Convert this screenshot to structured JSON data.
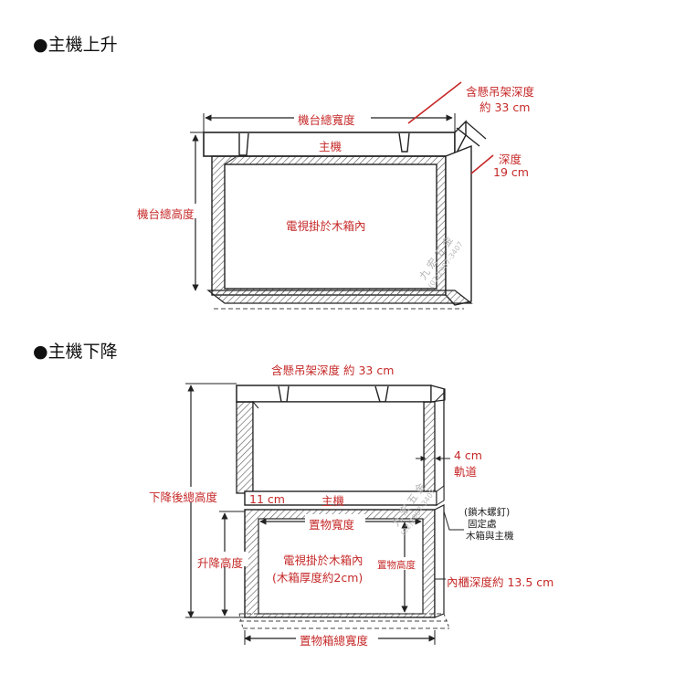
{
  "section_up": {
    "bullet": "●",
    "title": "主機上升"
  },
  "section_down": {
    "bullet": "●",
    "title": "主機下降"
  },
  "up_labels": {
    "hanger_depth_line1": "含懸吊架深度",
    "hanger_depth_line2": "約 33 cm",
    "total_width": "機台總寬度",
    "host": "主機",
    "depth_line1": "深度",
    "depth_line2": "19 cm",
    "total_height": "機台總高度",
    "tv_in_box": "電視掛於木箱內"
  },
  "down_labels": {
    "hanger_depth": "含懸吊架深度 約 33 cm",
    "rail_line1": "4 cm",
    "rail_line2": "軌道",
    "lowered_height": "下降後總高度",
    "gap_11": "11 cm",
    "host": "主機",
    "screw_line1": "(鎖木螺釘)",
    "screw_line2": "固定處",
    "screw_line3": "木箱與主機",
    "storage_width": "置物寬度",
    "lift_height": "升降高度",
    "tv_in_box_line1": "電視掛於木箱內",
    "tv_in_box_line2": "(木箱厚度約2cm)",
    "storage_height": "置物高度",
    "inner_depth": "內櫃深度約 13.5 cm",
    "box_total_width": "置物箱總寬度"
  },
  "watermark": {
    "name": "九 宏 五 金",
    "phone": "(02)2987-3407"
  },
  "colors": {
    "annotation": "#c62828",
    "line": "#222222",
    "hatch": "#555555"
  }
}
